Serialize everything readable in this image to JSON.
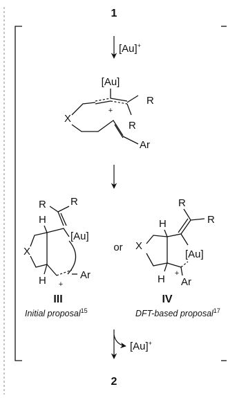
{
  "compounds": {
    "start": "1",
    "product": "2",
    "iii": "III",
    "iv": "IV"
  },
  "reagents": {
    "catalyst_add": "[Au]",
    "catalyst_release": "[Au]",
    "charge": "+"
  },
  "atoms": {
    "au": "[Au]",
    "r": "R",
    "x": "X",
    "ar": "Ar",
    "h": "H",
    "plus": "+"
  },
  "connector": "or",
  "captions": {
    "initial": "Initial proposal",
    "initial_ref": "15",
    "dft": "DFT-based proposal",
    "dft_ref": "17"
  }
}
